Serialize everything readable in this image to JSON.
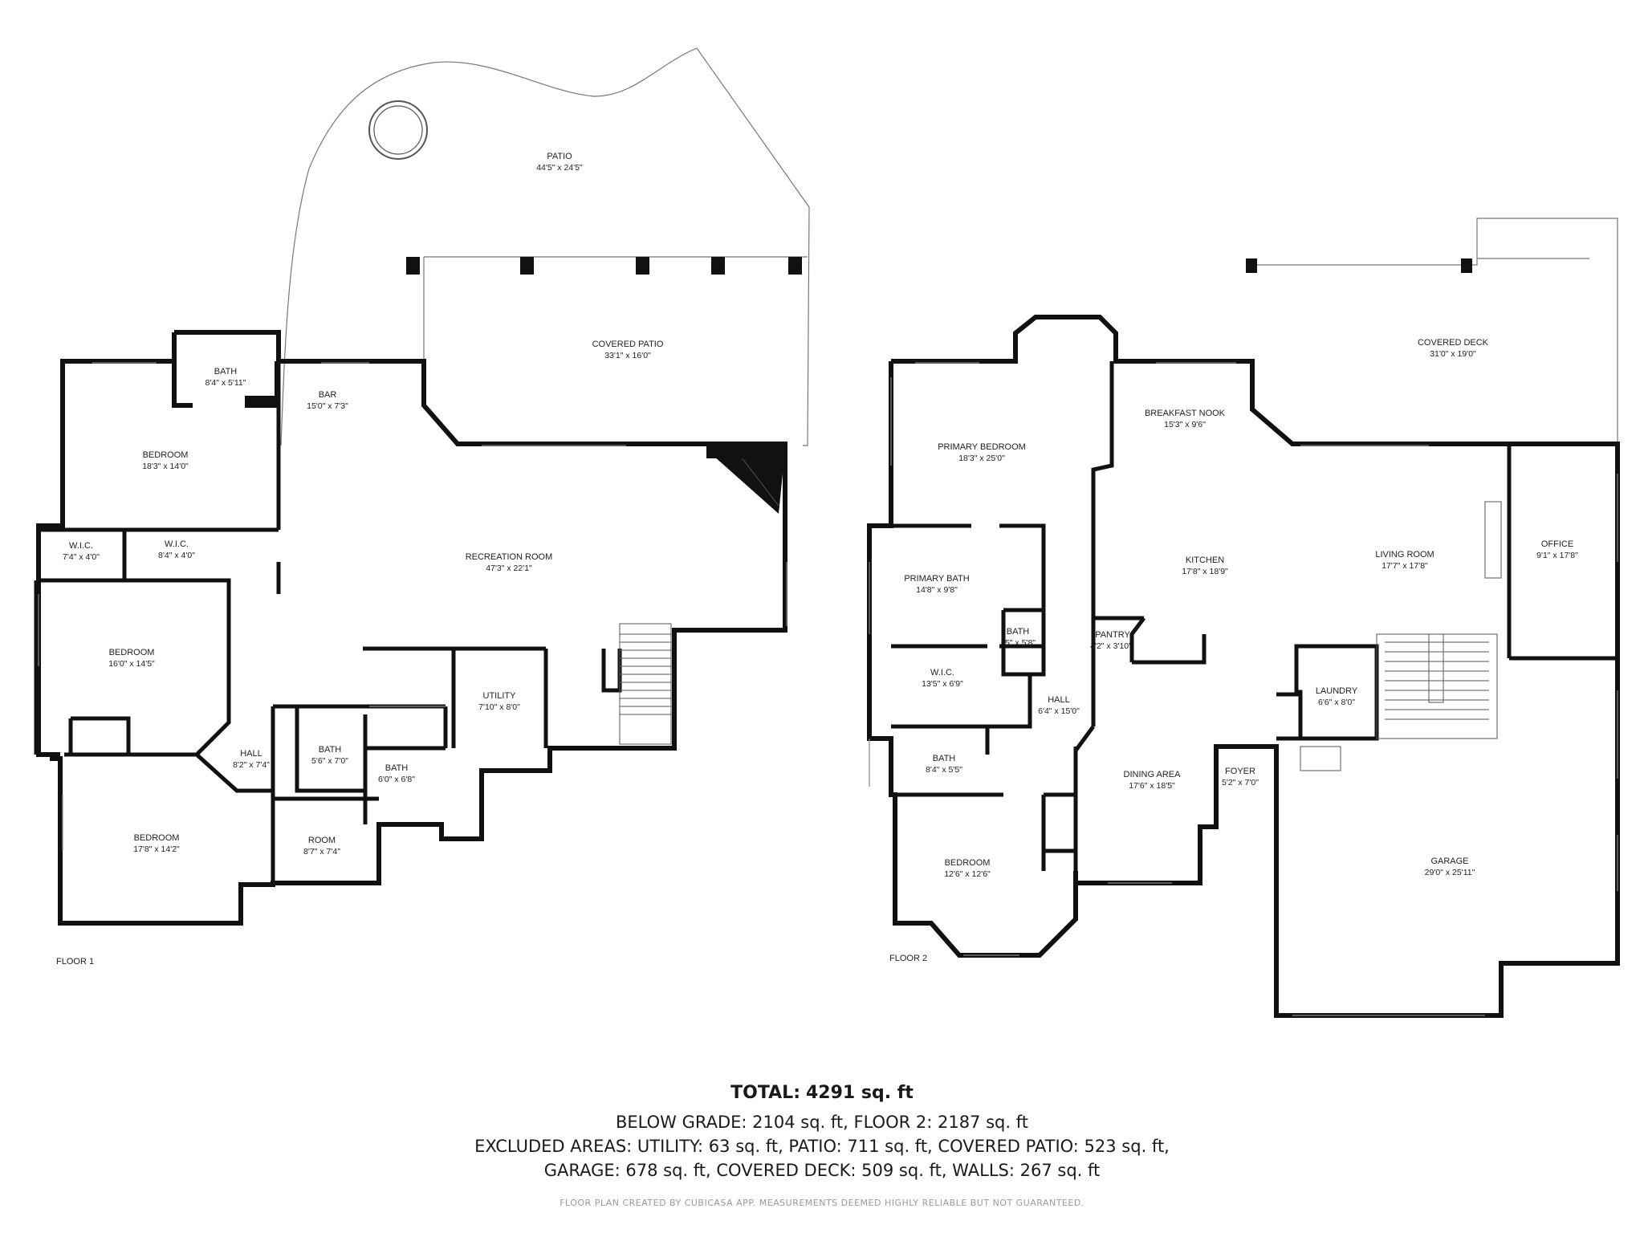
{
  "floors": [
    {
      "label": "FLOOR 1",
      "rooms": [
        {
          "name": "PATIO",
          "dims": "44'5\" x 24'5\""
        },
        {
          "name": "COVERED PATIO",
          "dims": "33'1\" x 16'0\""
        },
        {
          "name": "BATH",
          "dims": "8'4\" x 5'11\""
        },
        {
          "name": "BAR",
          "dims": "15'0\" x 7'3\""
        },
        {
          "name": "BEDROOM",
          "dims": "18'3\" x 14'0\""
        },
        {
          "name": "W.I.C.",
          "dims": "7'4\" x 4'0\""
        },
        {
          "name": "W.I.C.",
          "dims": "8'4\" x 4'0\""
        },
        {
          "name": "RECREATION ROOM",
          "dims": "47'3\" x 22'1\""
        },
        {
          "name": "BEDROOM",
          "dims": "16'0\" x 14'5\""
        },
        {
          "name": "UTILITY",
          "dims": "7'10\" x 8'0\""
        },
        {
          "name": "HALL",
          "dims": "8'2\" x 7'4\""
        },
        {
          "name": "BATH",
          "dims": "5'6\" x 7'0\""
        },
        {
          "name": "BATH",
          "dims": "6'0\" x 6'8\""
        },
        {
          "name": "BEDROOM",
          "dims": "17'8\" x 14'2\""
        },
        {
          "name": "ROOM",
          "dims": "8'7\" x 7'4\""
        }
      ]
    },
    {
      "label": "FLOOR 2",
      "rooms": [
        {
          "name": "COVERED DECK",
          "dims": "31'0\" x 19'0\""
        },
        {
          "name": "PRIMARY BEDROOM",
          "dims": "18'3\" x 25'0\""
        },
        {
          "name": "BREAKFAST NOOK",
          "dims": "15'3\" x 9'6\""
        },
        {
          "name": "KITCHEN",
          "dims": "17'8\" x 18'9\""
        },
        {
          "name": "LIVING ROOM",
          "dims": "17'7\" x 17'8\""
        },
        {
          "name": "OFFICE",
          "dims": "9'1\" x 17'8\""
        },
        {
          "name": "PRIMARY BATH",
          "dims": "14'8\" x 9'8\""
        },
        {
          "name": "BATH",
          "dims": "5\" x 5'8\""
        },
        {
          "name": "PANTRY",
          "dims": "4'2\" x 3'10\""
        },
        {
          "name": "W.I.C.",
          "dims": "13'5\" x 6'9\""
        },
        {
          "name": "HALL",
          "dims": "6'4\" x 15'0\""
        },
        {
          "name": "LAUNDRY",
          "dims": "6'6\" x 8'0\""
        },
        {
          "name": "BATH",
          "dims": "8'4\" x 5'5\""
        },
        {
          "name": "DINING AREA",
          "dims": "17'6\" x 18'5\""
        },
        {
          "name": "FOYER",
          "dims": "5'2\" x 7'0\""
        },
        {
          "name": "GARAGE",
          "dims": "29'0\" x 25'11\""
        },
        {
          "name": "BEDROOM",
          "dims": "12'6\" x 12'6\""
        }
      ]
    }
  ],
  "summary": {
    "total_label": "TOTAL:",
    "total_value": "4291 sq. ft",
    "line1": "BELOW GRADE: 2104 sq. ft, FLOOR 2: 2187 sq. ft",
    "line2": "EXCLUDED AREAS: UTILITY: 63 sq. ft, PATIO: 711 sq. ft, COVERED PATIO: 523 sq. ft,",
    "line3": "GARAGE: 678 sq. ft, COVERED DECK: 509 sq. ft, WALLS: 267 sq. ft",
    "disclaimer": "FLOOR PLAN CREATED BY CUBICASA APP. MEASUREMENTS DEEMED HIGHLY RELIABLE BUT NOT GUARANTEED."
  },
  "colors": {
    "wall": "#111111",
    "thin_line": "#777777",
    "text": "#222222",
    "disclaimer": "#9a9a9a"
  }
}
